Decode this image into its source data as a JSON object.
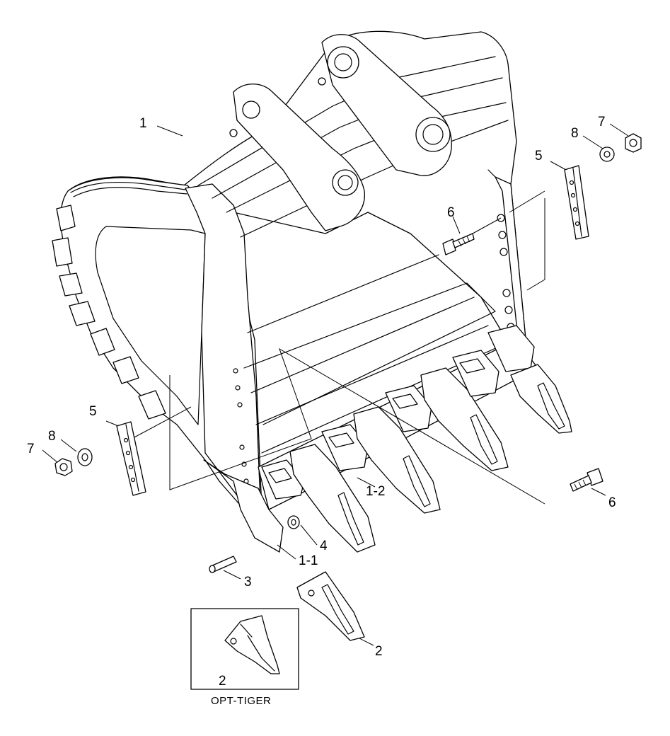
{
  "diagram": {
    "callouts": [
      {
        "id": "c1",
        "label": "1"
      },
      {
        "id": "c1-1",
        "label": "1-1"
      },
      {
        "id": "c1-2",
        "label": "1-2"
      },
      {
        "id": "c2a",
        "label": "2"
      },
      {
        "id": "c2b",
        "label": "2"
      },
      {
        "id": "c3",
        "label": "3"
      },
      {
        "id": "c4",
        "label": "4"
      },
      {
        "id": "c5a",
        "label": "5"
      },
      {
        "id": "c5b",
        "label": "5"
      },
      {
        "id": "c6a",
        "label": "6"
      },
      {
        "id": "c6b",
        "label": "6"
      },
      {
        "id": "c7a",
        "label": "7"
      },
      {
        "id": "c7b",
        "label": "7"
      },
      {
        "id": "c8a",
        "label": "8"
      },
      {
        "id": "c8b",
        "label": "8"
      }
    ],
    "inset": {
      "caption": "OPT-TIGER"
    }
  }
}
